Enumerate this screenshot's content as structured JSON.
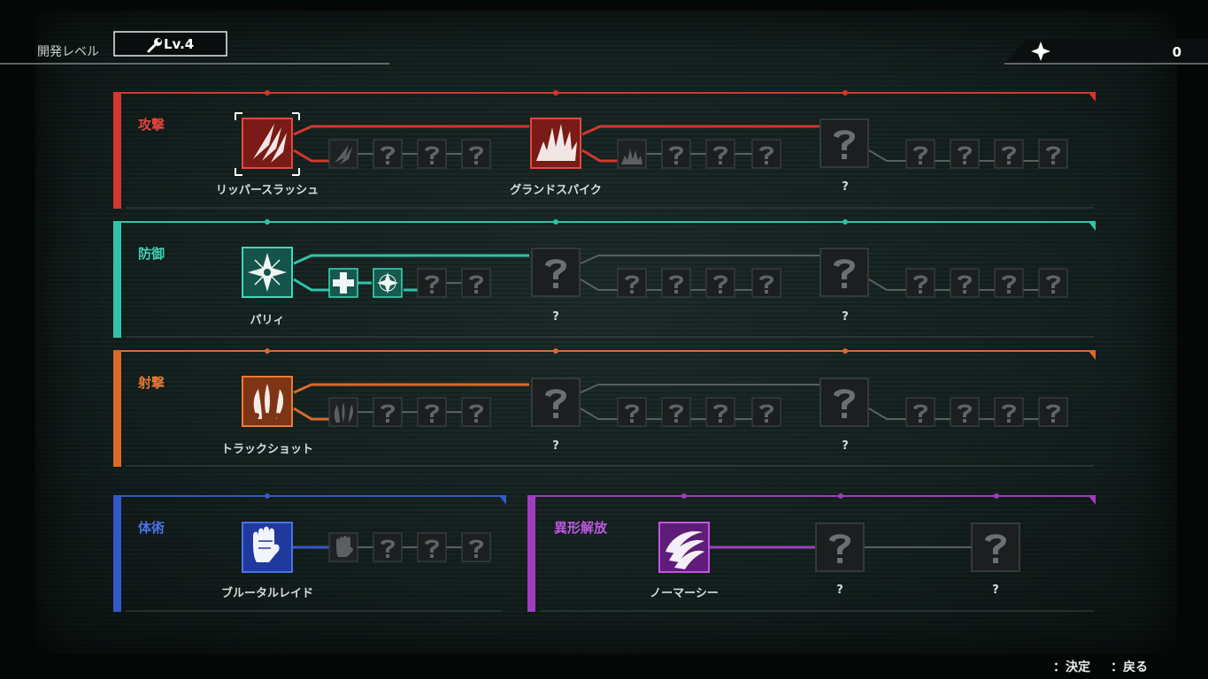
{
  "header": {
    "dev_level_label": "開発レベル",
    "dev_level_value": "Lv.4",
    "currency_value": "0"
  },
  "categories": {
    "attack": {
      "name": "攻撃",
      "color": "#d2382e",
      "skills": [
        "リッパースラッシュ",
        "グランドスパイク",
        "?"
      ]
    },
    "defense": {
      "name": "防御",
      "color": "#2fc4a8",
      "skills": [
        "パリィ",
        "?",
        "?"
      ]
    },
    "shooting": {
      "name": "射撃",
      "color": "#d96a2b",
      "skills": [
        "トラックショット",
        "?",
        "?"
      ]
    },
    "martial": {
      "name": "体術",
      "color": "#3558c8",
      "skills": [
        "ブルータルレイド"
      ]
    },
    "mutation": {
      "name": "異形解放",
      "color": "#a03cc0",
      "skills": [
        "ノーマーシー",
        "?",
        "?"
      ]
    }
  },
  "controls": {
    "confirm": "：決定",
    "back": "：戻る"
  }
}
